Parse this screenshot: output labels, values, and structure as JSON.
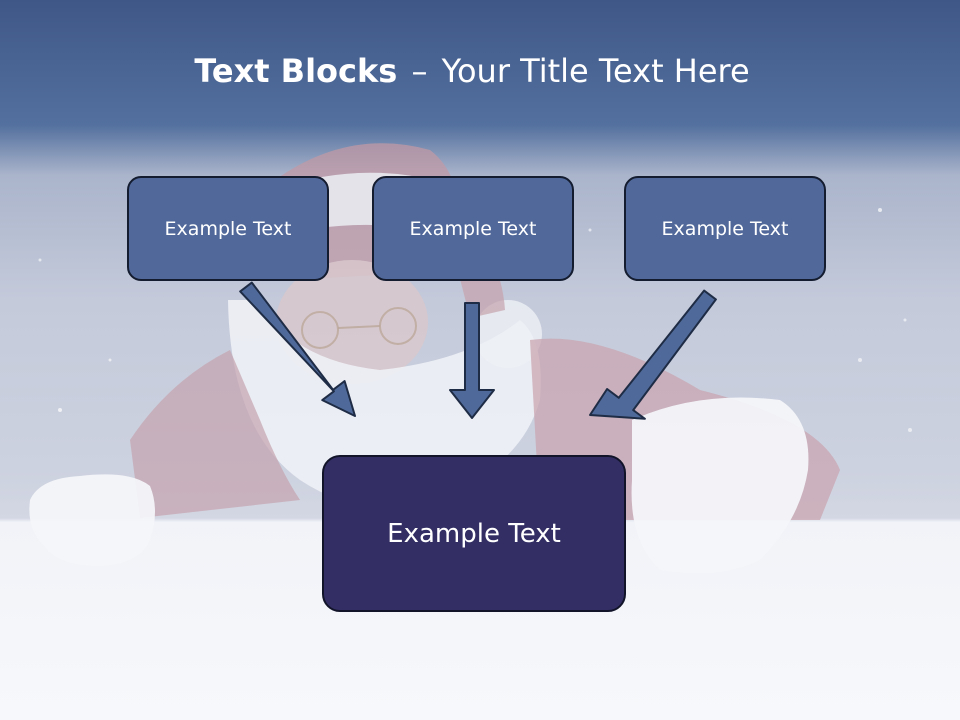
{
  "title": {
    "bold": "Text Blocks",
    "dash": "–",
    "rest": "Your Title Text Here"
  },
  "blocks": [
    {
      "label": "Example Text"
    },
    {
      "label": "Example Text"
    },
    {
      "label": "Example Text"
    }
  ],
  "target": {
    "label": "Example Text"
  },
  "colors": {
    "header": "#4a6494",
    "small_box": "#51699a",
    "big_box": "#332f65",
    "arrow": "#4f6a9a",
    "text": "#ffffff"
  },
  "background_picture": "santa-holding-blank-board"
}
